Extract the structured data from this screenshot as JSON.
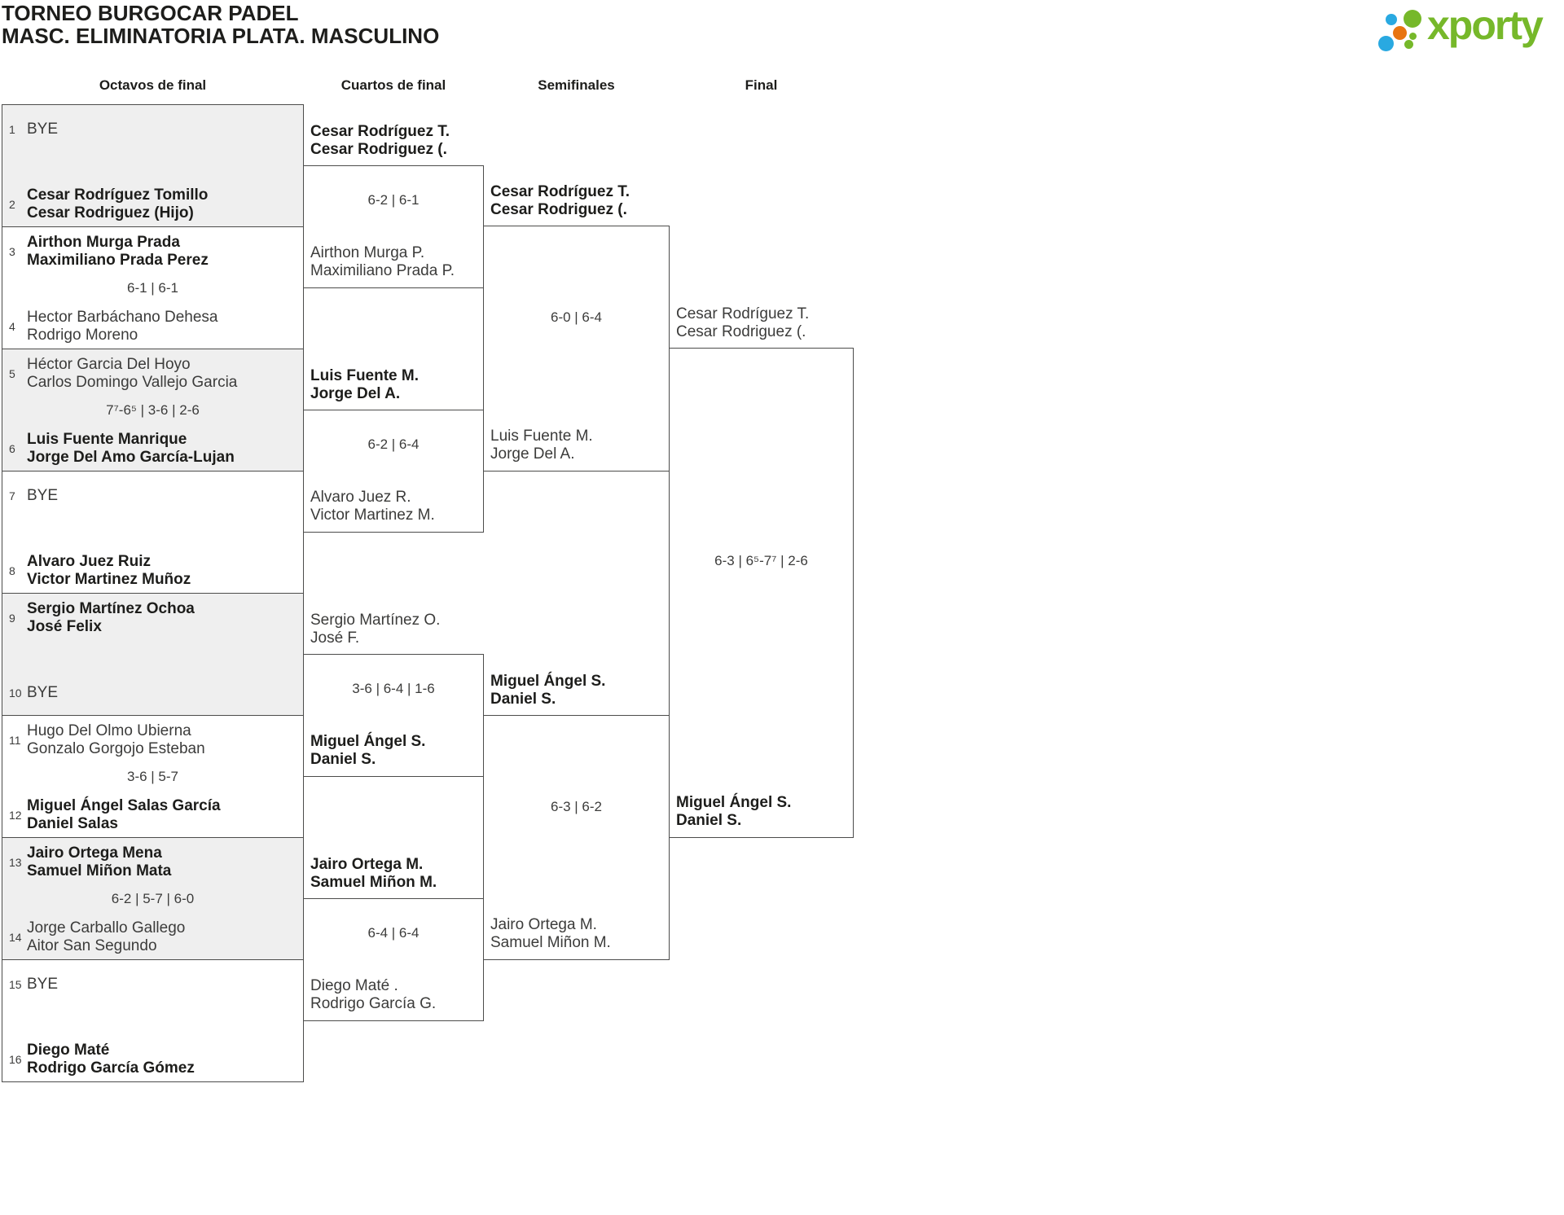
{
  "title": {
    "line1": "TORNEO BURGOCAR PADEL",
    "line2": "MASC. ELIMINATORIA PLATA. MASCULINO"
  },
  "logo": {
    "text": "xporty",
    "colors": {
      "green": "#76b82a",
      "blue": "#29a9e1",
      "orange": "#e87511"
    }
  },
  "columns": [
    "Octavos de final",
    "Cuartos de final",
    "Semifinales",
    "Final"
  ],
  "bracket": {
    "octavos": [
      {
        "score": "",
        "top": {
          "seed": "1",
          "line1": "BYE",
          "bye": true,
          "winner": false
        },
        "bottom": {
          "seed": "2",
          "line1": "Cesar Rodríguez Tomillo",
          "line2": "Cesar Rodriguez (Hijo)",
          "winner": true
        }
      },
      {
        "score": "6-1 | 6-1",
        "top": {
          "seed": "3",
          "line1": "Airthon Murga Prada",
          "line2": "Maximiliano Prada Perez",
          "winner": true
        },
        "bottom": {
          "seed": "4",
          "line1": "Hector Barbáchano Dehesa",
          "line2": "Rodrigo Moreno",
          "winner": false
        }
      },
      {
        "score": "7⁷-6⁵ | 3-6 | 2-6",
        "top": {
          "seed": "5",
          "line1": "Héctor Garcia Del Hoyo",
          "line2": "Carlos Domingo Vallejo Garcia",
          "winner": false
        },
        "bottom": {
          "seed": "6",
          "line1": "Luis Fuente Manrique",
          "line2": "Jorge Del Amo García-Lujan",
          "winner": true
        }
      },
      {
        "score": "",
        "top": {
          "seed": "7",
          "line1": "BYE",
          "bye": true,
          "winner": false
        },
        "bottom": {
          "seed": "8",
          "line1": "Alvaro Juez Ruiz",
          "line2": "Victor Martinez Muñoz",
          "winner": true
        }
      },
      {
        "score": "",
        "top": {
          "seed": "9",
          "line1": "Sergio Martínez Ochoa",
          "line2": "José Felix",
          "winner": true
        },
        "bottom": {
          "seed": "10",
          "line1": "BYE",
          "bye": true,
          "winner": false
        }
      },
      {
        "score": "3-6 | 5-7",
        "top": {
          "seed": "11",
          "line1": "Hugo Del Olmo Ubierna",
          "line2": "Gonzalo Gorgojo Esteban",
          "winner": false
        },
        "bottom": {
          "seed": "12",
          "line1": "Miguel Ángel Salas García",
          "line2": "Daniel Salas",
          "winner": true
        }
      },
      {
        "score": "6-2 | 5-7 | 6-0",
        "top": {
          "seed": "13",
          "line1": "Jairo Ortega Mena",
          "line2": "Samuel Miñon Mata",
          "winner": true
        },
        "bottom": {
          "seed": "14",
          "line1": "Jorge Carballo Gallego",
          "line2": "Aitor San Segundo",
          "winner": false
        }
      },
      {
        "score": "",
        "top": {
          "seed": "15",
          "line1": "BYE",
          "bye": true,
          "winner": false
        },
        "bottom": {
          "seed": "16",
          "line1": "Diego Maté",
          "line2": "Rodrigo García Gómez",
          "winner": true
        }
      }
    ],
    "cuartos": [
      {
        "score": "6-2 | 6-1",
        "top": {
          "line1": "Cesar Rodríguez T.",
          "line2": "Cesar Rodriguez (.",
          "winner": true
        },
        "bottom": {
          "line1": "Airthon Murga P.",
          "line2": "Maximiliano Prada P.",
          "winner": false
        }
      },
      {
        "score": "6-2 | 6-4",
        "top": {
          "line1": "Luis Fuente M.",
          "line2": "Jorge Del A.",
          "winner": true
        },
        "bottom": {
          "line1": "Alvaro Juez R.",
          "line2": "Victor Martinez M.",
          "winner": false
        }
      },
      {
        "score": "3-6 | 6-4 | 1-6",
        "top": {
          "line1": "Sergio Martínez O.",
          "line2": "José F.",
          "winner": false
        },
        "bottom": {
          "line1": "Miguel Ángel S.",
          "line2": "Daniel S.",
          "winner": true
        }
      },
      {
        "score": "6-4 | 6-4",
        "top": {
          "line1": "Jairo Ortega M.",
          "line2": "Samuel Miñon M.",
          "winner": true
        },
        "bottom": {
          "line1": "Diego Maté .",
          "line2": "Rodrigo García G.",
          "winner": false
        }
      }
    ],
    "semifinales": [
      {
        "score": "6-0 | 6-4",
        "top": {
          "line1": "Cesar Rodríguez T.",
          "line2": "Cesar Rodriguez (.",
          "winner": true
        },
        "bottom": {
          "line1": "Luis Fuente M.",
          "line2": "Jorge Del A.",
          "winner": false
        }
      },
      {
        "score": "6-3 | 6-2",
        "top": {
          "line1": "Miguel Ángel S.",
          "line2": "Daniel S.",
          "winner": true
        },
        "bottom": {
          "line1": "Jairo Ortega M.",
          "line2": "Samuel Miñon M.",
          "winner": false
        }
      }
    ],
    "final": [
      {
        "score": "6-3 | 6⁵-7⁷ | 2-6",
        "top": {
          "line1": "Cesar Rodríguez T.",
          "line2": "Cesar Rodriguez (.",
          "winner": false
        },
        "bottom": {
          "line1": "Miguel Ángel S.",
          "line2": "Daniel S.",
          "winner": true
        }
      }
    ]
  }
}
